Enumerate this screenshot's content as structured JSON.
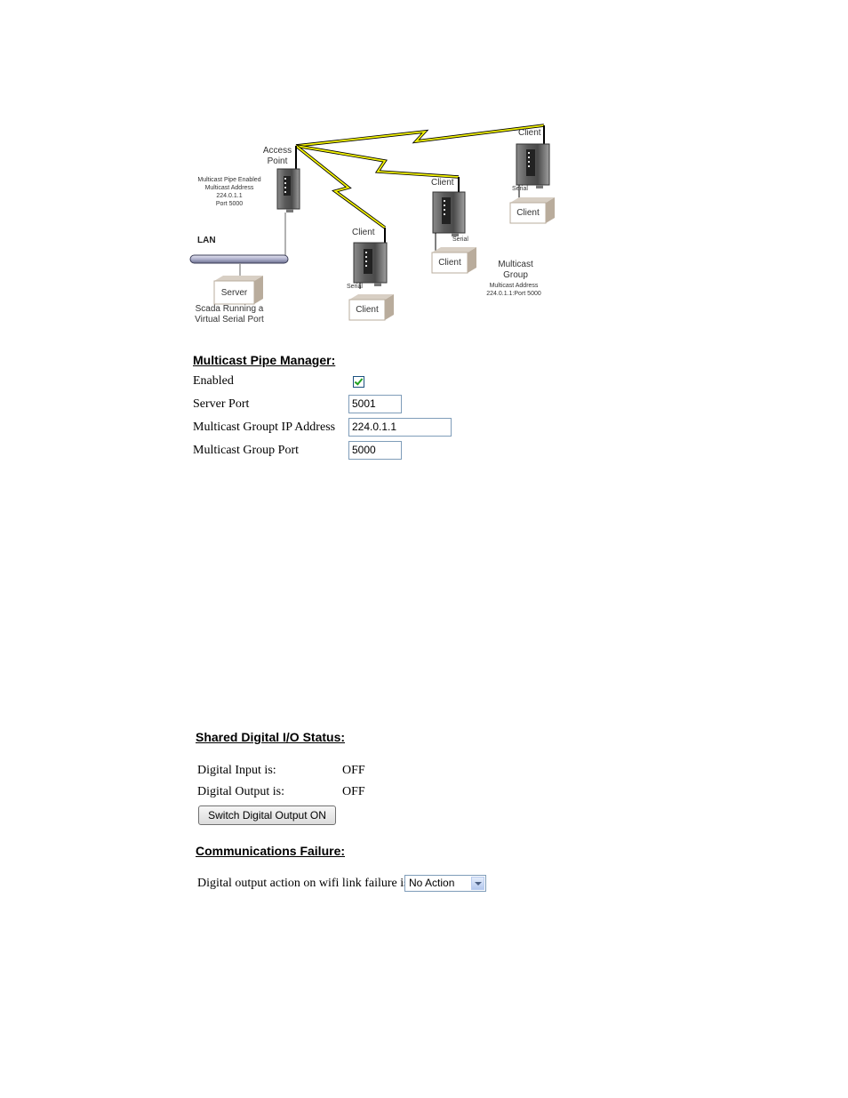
{
  "diagram": {
    "access_point_label": "Access\nPoint",
    "ap_config_note": "Multicast Pipe Enabled\nMulticast Address\n224.0.1.1\nPort 5000",
    "lan_label": "LAN",
    "server_label": "Server",
    "server_caption": "Scada Running a\nVirtual Serial Port",
    "client_label": "Client",
    "serial_label": "Serial",
    "group_label": "Multicast\nGroup",
    "group_address_note": "Multicast Address\n224.0.1.1:Port 5000"
  },
  "multicast_pipe_manager": {
    "heading": "Multicast Pipe Manager:",
    "enabled_label": "Enabled",
    "server_port_label": "Server Port",
    "server_port_value": "5001",
    "group_ip_label": "Multicast Groupt IP Address",
    "group_ip_value": "224.0.1.1",
    "group_port_label": "Multicast Group Port",
    "group_port_value": "5000"
  },
  "shared_digital_io": {
    "heading": "Shared Digital I/O Status:",
    "input_label": "Digital Input is:",
    "input_value": "OFF",
    "output_label": "Digital Output is:",
    "output_value": "OFF",
    "switch_button": "Switch Digital Output ON"
  },
  "communications_failure": {
    "heading": "Communications Failure:",
    "action_label": "Digital output action on wifi link failure is",
    "action_value": "No Action"
  }
}
